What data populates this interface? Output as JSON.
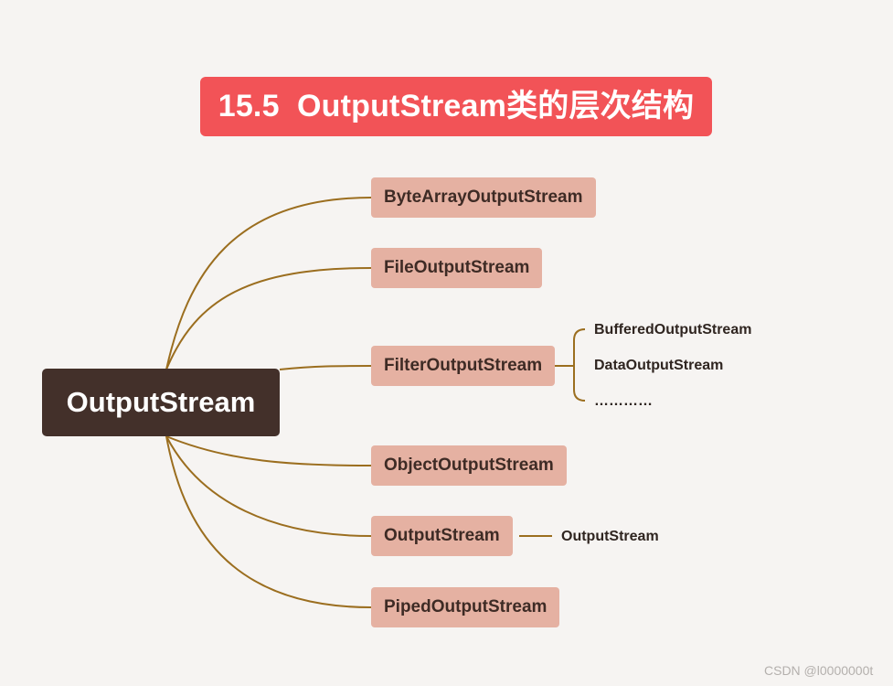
{
  "title": "15.5  OutputStream类的层次结构",
  "root": "OutputStream",
  "branches": [
    "ByteArrayOutputStream",
    "FileOutputStream",
    "FilterOutputStream",
    "ObjectOutputStream",
    "OutputStream",
    "PipedOutputStream"
  ],
  "filter_children": [
    "BufferedOutputStream",
    "DataOutputStream",
    "…………"
  ],
  "outputstream_child": "OutputStream",
  "watermark": "CSDN @l0000000t",
  "colors": {
    "background": "#f6f4f2",
    "title_bg": "#f25357",
    "root_bg": "#43302a",
    "node_bg": "#e5b1a2",
    "connector": "#9b6e1f"
  }
}
